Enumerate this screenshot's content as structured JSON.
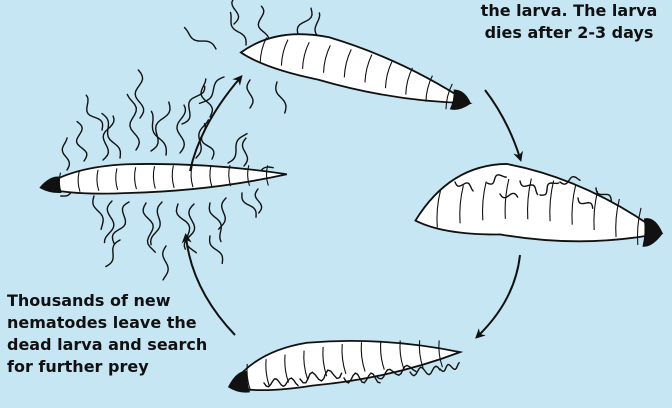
{
  "captions": {
    "infection": [
      "the larva. The larva",
      "dies after 2-3 days"
    ],
    "release": [
      "Thousands of new",
      "nematodes leave the",
      "dead larva and search",
      "for further prey"
    ]
  },
  "colors": {
    "background": "#c6e6f3",
    "ink": "#111111",
    "larva_fill": "#ffffff"
  },
  "stages": [
    {
      "id": "larva-with-nematodes-emerging",
      "description_icon": "larva-swarm"
    },
    {
      "id": "infected-larva-top",
      "description_icon": "larva-infected"
    },
    {
      "id": "dying-larva-right",
      "description_icon": "larva-curled"
    },
    {
      "id": "dead-larva-bottom",
      "description_icon": "larva-dead-with-nematodes"
    }
  ]
}
